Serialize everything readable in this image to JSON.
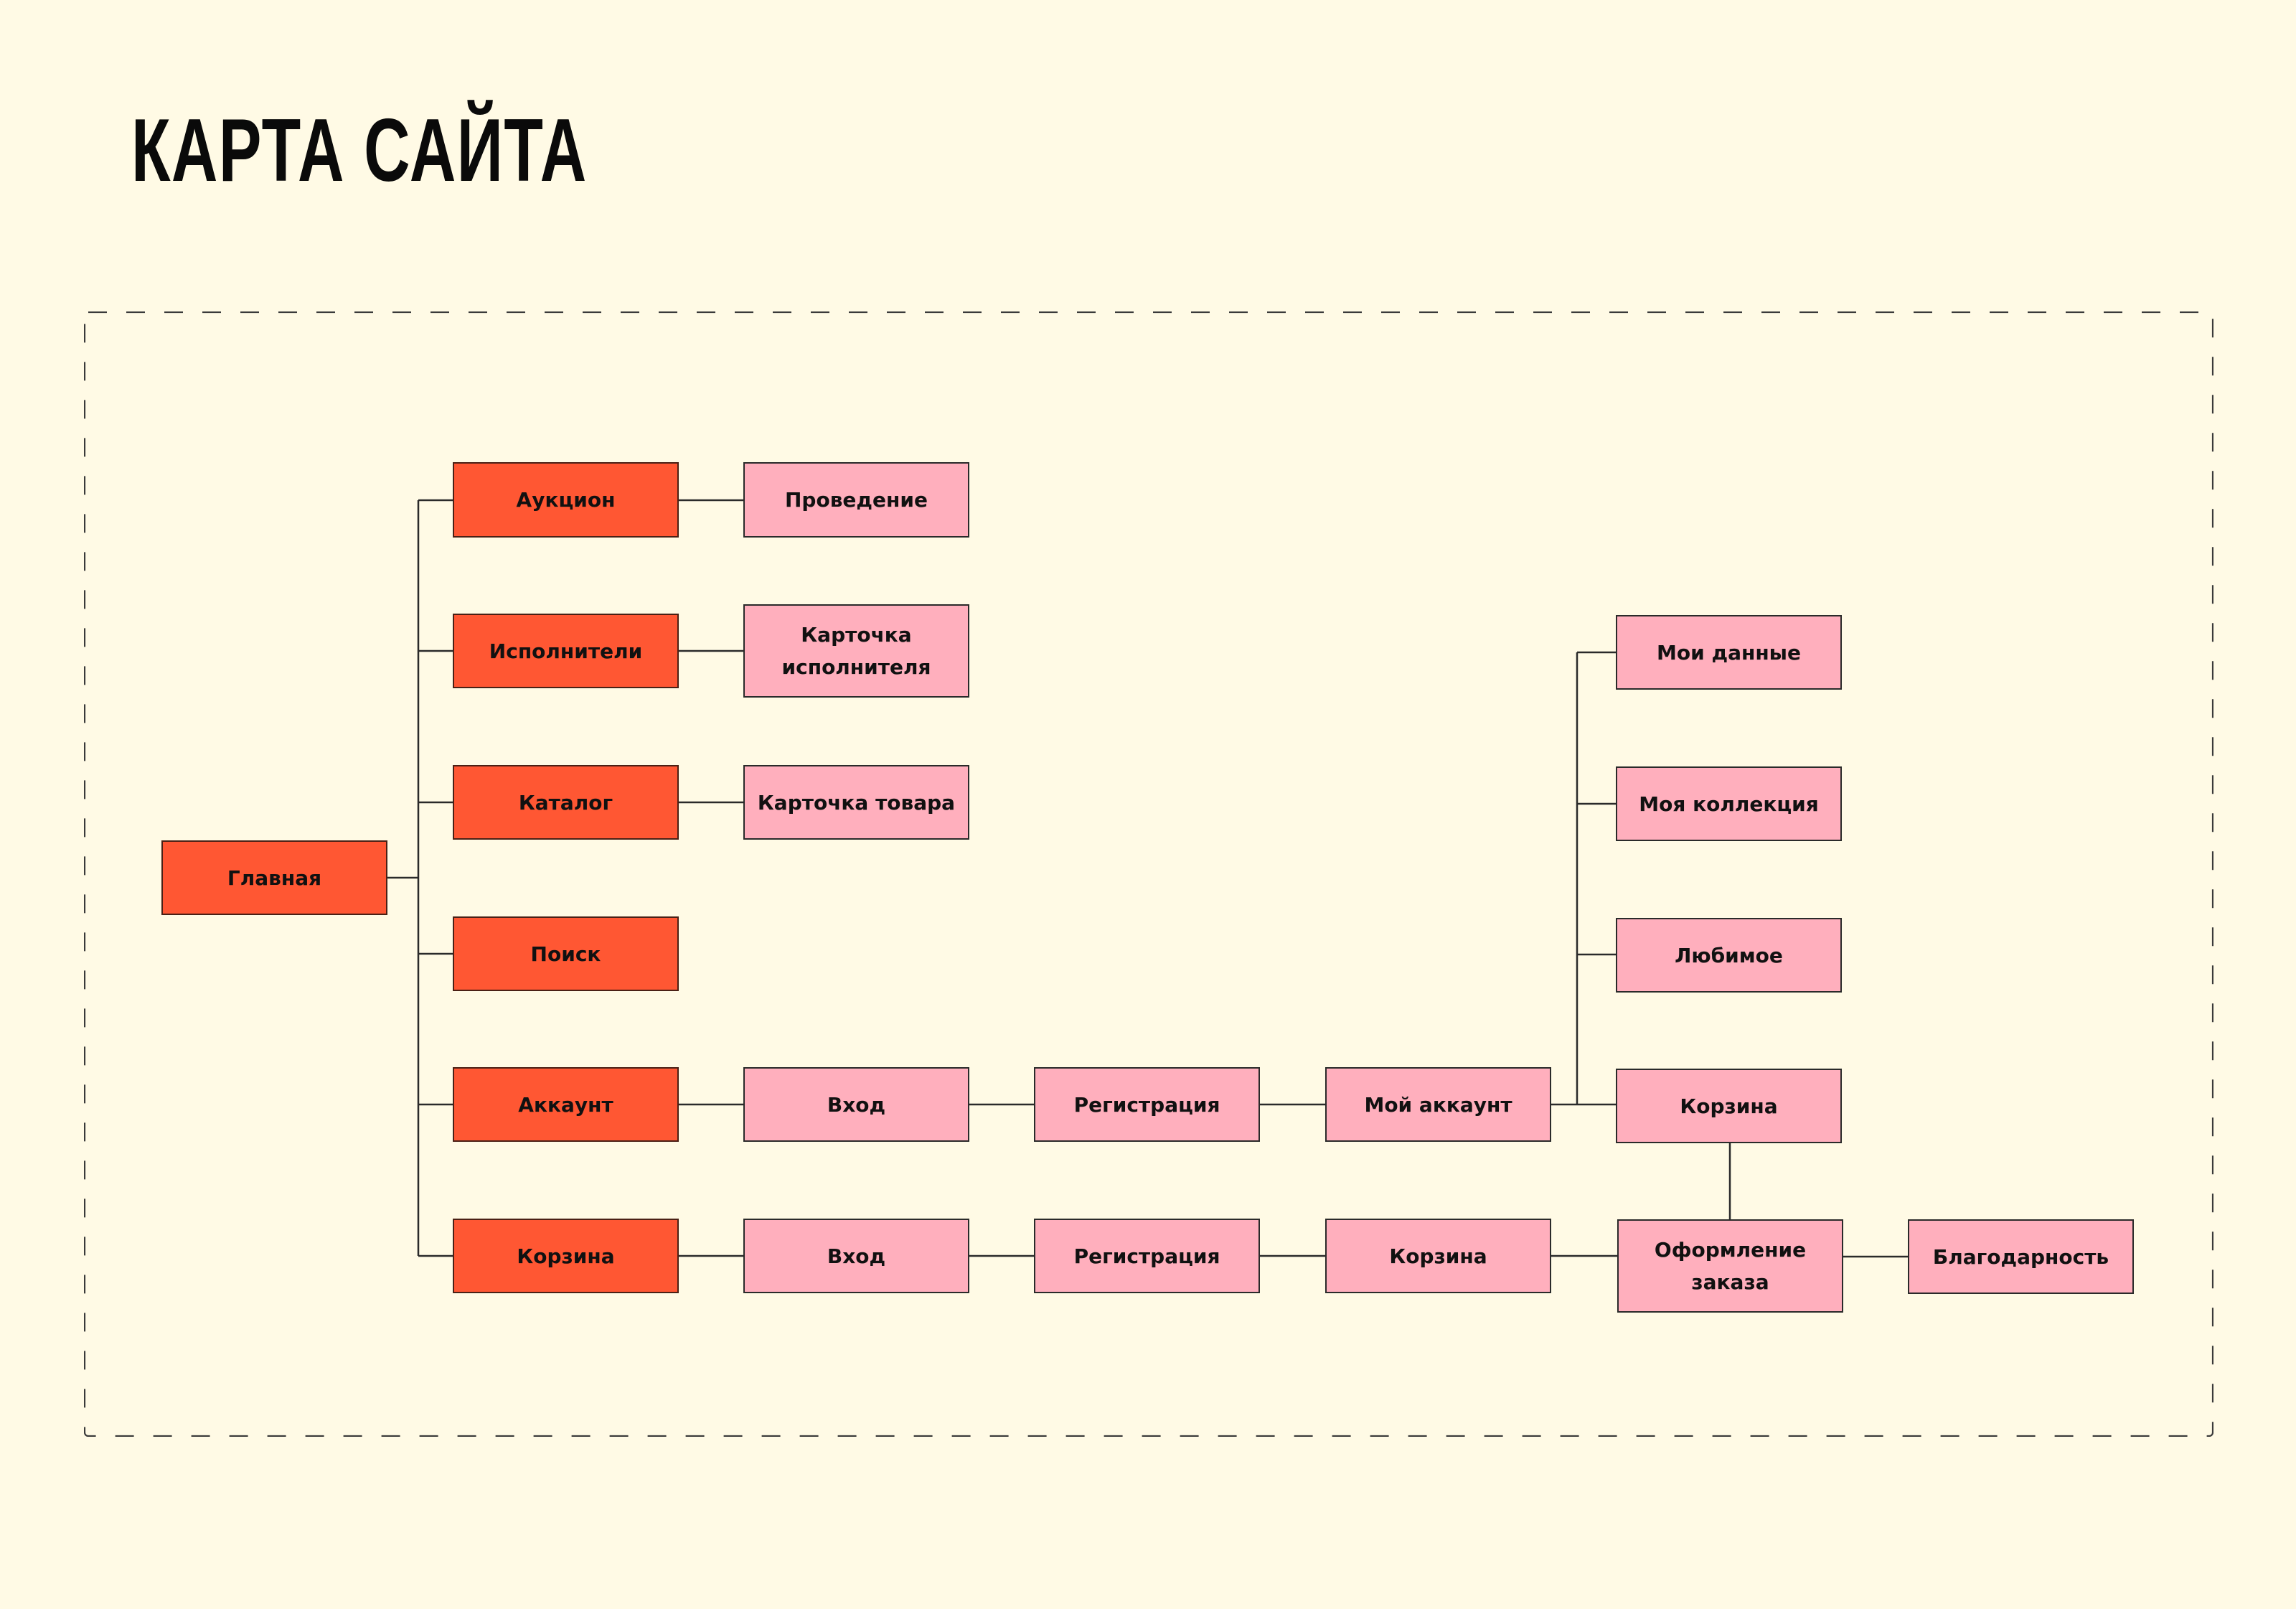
{
  "page": {
    "title": "КАРТА САЙТА"
  },
  "colors": {
    "background": "#FFFAE5",
    "primary_node": "#FF5733",
    "secondary_node": "#FFAFBD",
    "line": "#2a2a2a"
  },
  "nodes": {
    "home": "Главная",
    "auction": "Аукцион",
    "auction_conduct": "Проведение",
    "artists": "Исполнители",
    "artist_card": "Карточка\nисполнителя",
    "catalog": "Каталог",
    "product_card": "Карточка товара",
    "search": "Поиск",
    "account": "Аккаунт",
    "account_login": "Вход",
    "account_registration": "Регистрация",
    "my_account": "Мой аккаунт",
    "my_data": "Мои данные",
    "my_collection": "Моя коллекция",
    "favorites": "Любимое",
    "account_cart": "Корзина",
    "cart": "Корзина",
    "cart_login": "Вход",
    "cart_registration": "Регистрация",
    "cart_cart": "Корзина",
    "checkout": "Оформление\nзаказа",
    "thanks": "Благодарность"
  },
  "edges": [
    [
      "home",
      "auction"
    ],
    [
      "home",
      "artists"
    ],
    [
      "home",
      "catalog"
    ],
    [
      "home",
      "search"
    ],
    [
      "home",
      "account"
    ],
    [
      "home",
      "cart"
    ],
    [
      "auction",
      "auction_conduct"
    ],
    [
      "artists",
      "artist_card"
    ],
    [
      "catalog",
      "product_card"
    ],
    [
      "account",
      "account_login"
    ],
    [
      "account_login",
      "account_registration"
    ],
    [
      "account_registration",
      "my_account"
    ],
    [
      "my_account",
      "my_data"
    ],
    [
      "my_account",
      "my_collection"
    ],
    [
      "my_account",
      "favorites"
    ],
    [
      "my_account",
      "account_cart"
    ],
    [
      "account_cart",
      "checkout"
    ],
    [
      "cart",
      "cart_login"
    ],
    [
      "cart_login",
      "cart_registration"
    ],
    [
      "cart_registration",
      "cart_cart"
    ],
    [
      "cart_cart",
      "checkout"
    ],
    [
      "checkout",
      "thanks"
    ]
  ]
}
